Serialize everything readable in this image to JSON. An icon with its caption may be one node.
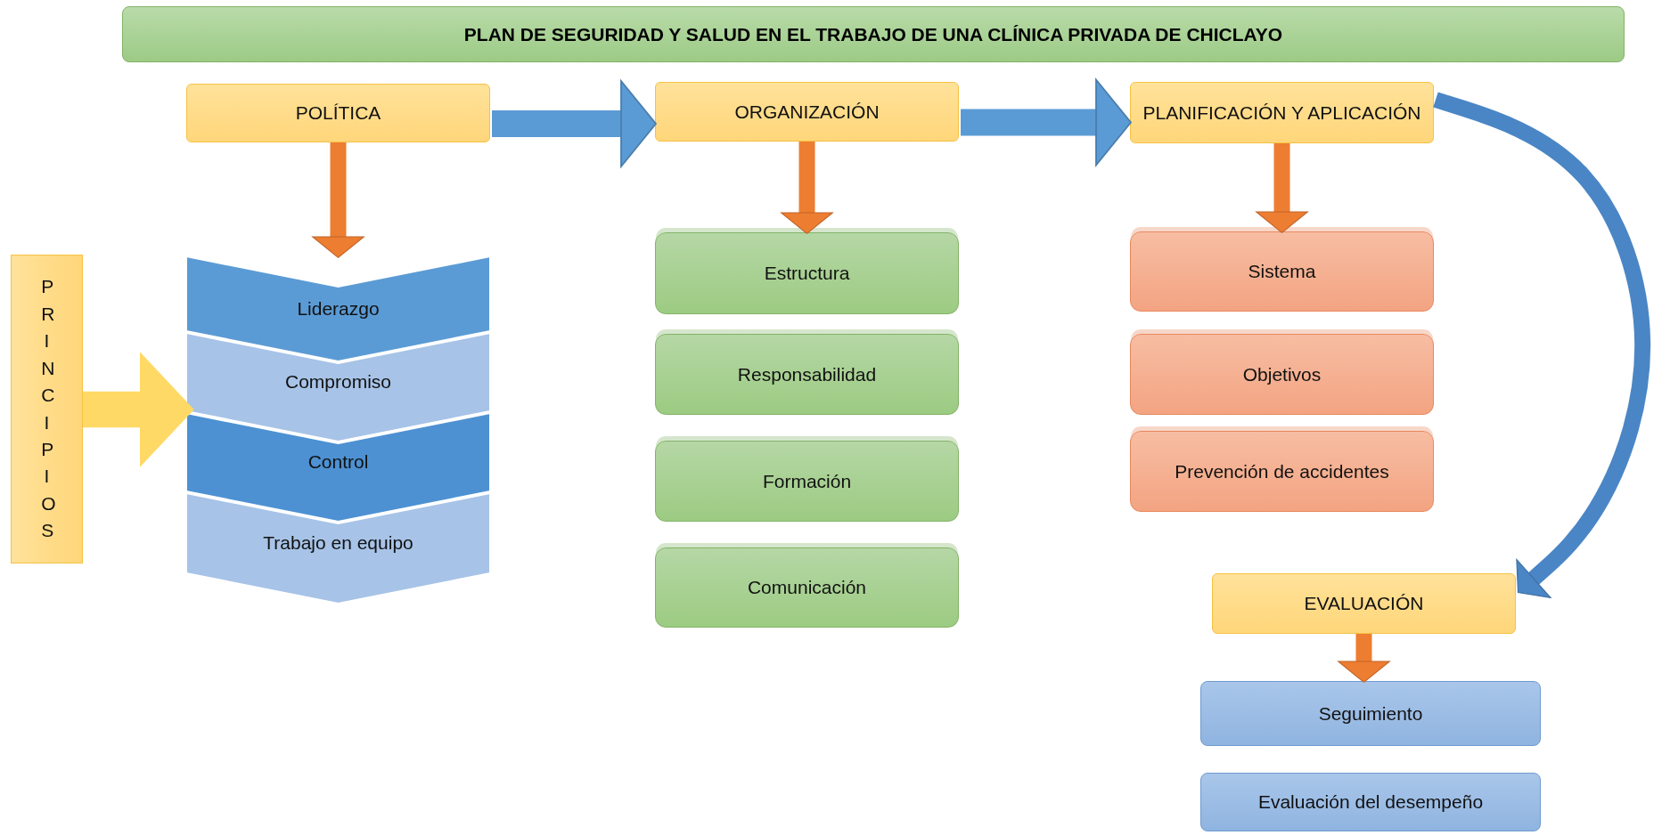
{
  "diagram": {
    "title": "PLAN DE SEGURIDAD Y SALUD EN EL TRABAJO DE UNA CLÍNICA PRIVADA DE CHICLAYO",
    "nodes": [
      {
        "text": [
          "POLÍTICA"
        ]
      },
      {
        "text": [
          "ORGANIZACIÓN"
        ]
      },
      {
        "text": [
          "PLANIFICACIÓN Y APLICACIÓN"
        ]
      },
      {
        "text": [
          "EVALUACIÓN"
        ]
      },
      {
        "text": [
          "PRINCIPIOS"
        ]
      },
      {
        "text": [
          "Liderazgo"
        ]
      },
      {
        "text": [
          "Compromiso"
        ]
      },
      {
        "text": [
          "Control"
        ]
      },
      {
        "text": [
          "Trabajo en equipo"
        ]
      },
      {
        "text": [
          "Estructura"
        ]
      },
      {
        "text": [
          "Responsabilidad"
        ]
      },
      {
        "text": [
          "Formación"
        ]
      },
      {
        "text": [
          "Comunicación"
        ]
      },
      {
        "text": [
          "Sistema"
        ]
      },
      {
        "text": [
          "Objetivos"
        ]
      },
      {
        "text": [
          "Prevención de accidentes"
        ]
      },
      {
        "text": [
          "Seguimiento"
        ]
      },
      {
        "text": [
          "Evaluación del desempeño"
        ]
      }
    ],
    "edges": [
      {
        "from": 0,
        "to": 1,
        "arrow": "to",
        "color": "#5b9bd5"
      },
      {
        "from": 1,
        "to": 2,
        "arrow": "to",
        "color": "#5b9bd5"
      },
      {
        "from": 2,
        "to": 3,
        "arrow": "to",
        "color": "#4a86c5"
      },
      {
        "from": 0,
        "to": 5,
        "arrow": "to"
      },
      {
        "from": 1,
        "to": 9,
        "arrow": "to"
      },
      {
        "from": 2,
        "to": 13,
        "arrow": "to"
      },
      {
        "from": 3,
        "to": 16,
        "arrow": "to"
      },
      {
        "from": 4,
        "to": 6,
        "arrow": "to",
        "style": "thick",
        "color": "#ffd966"
      }
    ]
  }
}
